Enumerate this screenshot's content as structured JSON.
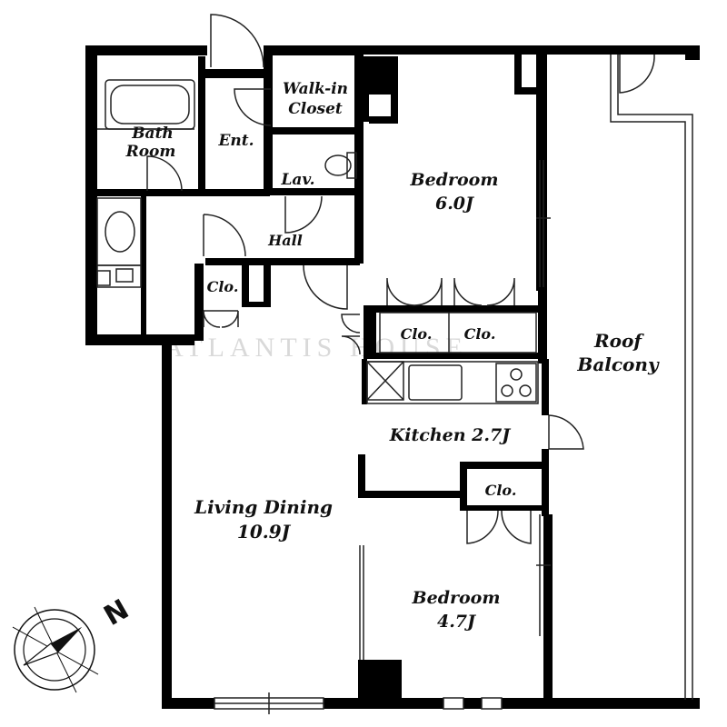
{
  "floorplan": {
    "rooms": {
      "bath_room": {
        "line1": "Bath",
        "line2": "Room"
      },
      "entrance": {
        "label": "Ent."
      },
      "walk_in_closet": {
        "line1": "Walk-in",
        "line2": "Closet"
      },
      "lavatory": {
        "label": "Lav."
      },
      "hall": {
        "label": "Hall"
      },
      "hall_closet": {
        "label": "Clo."
      },
      "bedroom_1": {
        "line1": "Bedroom",
        "line2": "6.0J"
      },
      "closet_1": {
        "label": "Clo."
      },
      "closet_2": {
        "label": "Clo."
      },
      "kitchen": {
        "label": "Kitchen 2.7J"
      },
      "closet_3": {
        "label": "Clo."
      },
      "living_dining": {
        "line1": "Living Dining",
        "line2": "10.9J"
      },
      "bedroom_2": {
        "line1": "Bedroom",
        "line2": "4.7J"
      },
      "roof_balcony": {
        "line1": "Roof",
        "line2": "Balcony"
      }
    },
    "compass": {
      "north_letter": "N"
    },
    "watermark": {
      "text": "ATLANTIS HOUSE"
    },
    "colors": {
      "wall": "#000000",
      "thin_line": "#222222",
      "background": "#ffffff",
      "watermark": "#d9d9d9"
    }
  }
}
